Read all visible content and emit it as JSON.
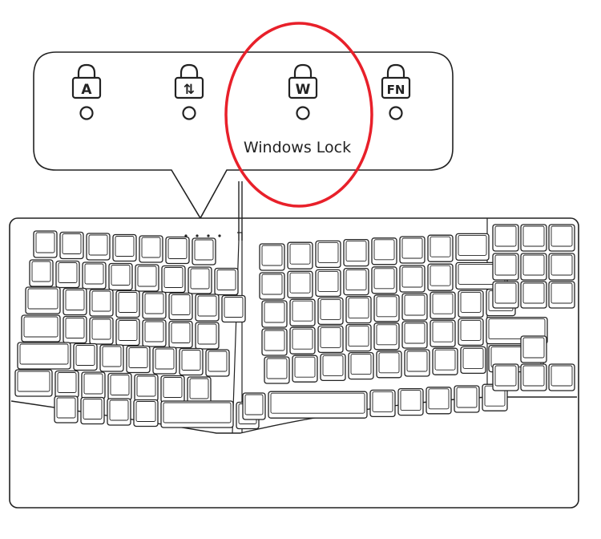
{
  "callout": {
    "indicators": [
      {
        "icon": "caps-lock-icon",
        "glyph": "A"
      },
      {
        "icon": "scroll-lock-icon",
        "glyph": "⇅"
      },
      {
        "icon": "windows-lock-icon",
        "glyph": "W"
      },
      {
        "icon": "fn-lock-icon",
        "glyph": "FN"
      }
    ],
    "label": "Windows Lock"
  },
  "highlight_color": "#e8202a",
  "line_color": "#222222"
}
